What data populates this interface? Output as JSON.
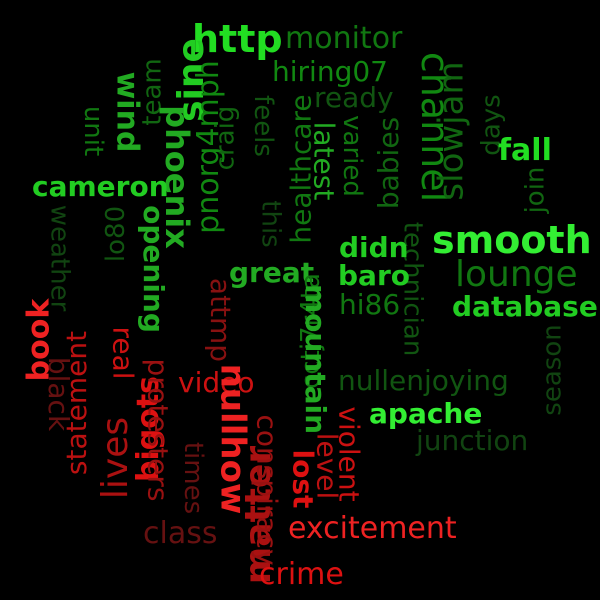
{
  "words": [
    {
      "text": "http",
      "color": "#22dd22"
    },
    {
      "text": "monitor",
      "color": "#117711"
    },
    {
      "text": "hiring07",
      "color": "#118811"
    },
    {
      "text": "ready",
      "color": "#115511"
    },
    {
      "text": "sine",
      "color": "#22cc22"
    },
    {
      "text": "team",
      "color": "#116611"
    },
    {
      "text": "wind",
      "color": "#22aa22"
    },
    {
      "text": "unit",
      "color": "#117711"
    },
    {
      "text": "phoenix",
      "color": "#22aa22"
    },
    {
      "text": "pnorg4mph",
      "color": "#118811"
    },
    {
      "text": "craig",
      "color": "#116611"
    },
    {
      "text": "feels",
      "color": "#115511"
    },
    {
      "text": "channel",
      "color": "#118811"
    },
    {
      "text": "slowjam",
      "color": "#116611"
    },
    {
      "text": "days",
      "color": "#115511"
    },
    {
      "text": "fall",
      "color": "#22dd22"
    },
    {
      "text": "cameron",
      "color": "#22cc22"
    },
    {
      "text": "join",
      "color": "#116611"
    },
    {
      "text": "lo80",
      "color": "#115511"
    },
    {
      "text": "opening",
      "color": "#22aa22"
    },
    {
      "text": "weather",
      "color": "#114411"
    },
    {
      "text": "healthcare",
      "color": "#117711"
    },
    {
      "text": "latest",
      "color": "#22aa22"
    },
    {
      "text": "varied",
      "color": "#117711"
    },
    {
      "text": "babies",
      "color": "#116611"
    },
    {
      "text": "this",
      "color": "#114411"
    },
    {
      "text": "technician",
      "color": "#115511"
    },
    {
      "text": "smooth",
      "color": "#33ee33"
    },
    {
      "text": "lounge",
      "color": "#117711"
    },
    {
      "text": "didn",
      "color": "#22cc22"
    },
    {
      "text": "baro",
      "color": "#22cc22"
    },
    {
      "text": "great",
      "color": "#22aa22"
    },
    {
      "text": "cctj7r4ta",
      "color": "#117711"
    },
    {
      "text": "hi86",
      "color": "#117711"
    },
    {
      "text": "database",
      "color": "#22cc22"
    },
    {
      "text": "mountain",
      "color": "#22aa22"
    },
    {
      "text": "season",
      "color": "#114411"
    },
    {
      "text": "nullenjoying",
      "color": "#115511"
    },
    {
      "text": "apache",
      "color": "#33ee33"
    },
    {
      "text": "junction",
      "color": "#114411"
    },
    {
      "text": "book",
      "color": "#ee2222"
    },
    {
      "text": "black",
      "color": "#661111"
    },
    {
      "text": "real",
      "color": "#cc1111"
    },
    {
      "text": "attmp",
      "color": "#881111"
    },
    {
      "text": "statement",
      "color": "#bb1111"
    },
    {
      "text": "lives",
      "color": "#aa1111"
    },
    {
      "text": "bigots",
      "color": "#dd1111"
    },
    {
      "text": "protesters",
      "color": "#991111"
    },
    {
      "text": "video",
      "color": "#cc1111"
    },
    {
      "text": "nullhow",
      "color": "#ee2222"
    },
    {
      "text": "times",
      "color": "#661111"
    },
    {
      "text": "matter",
      "color": "#aa1111"
    },
    {
      "text": "conspiracy",
      "color": "#991111"
    },
    {
      "text": "class",
      "color": "#661111"
    },
    {
      "text": "lost",
      "color": "#dd1111"
    },
    {
      "text": "level",
      "color": "#bb1111"
    },
    {
      "text": "violent",
      "color": "#cc1111"
    },
    {
      "text": "excitement",
      "color": "#ee2222"
    },
    {
      "text": "crime",
      "color": "#dd1111"
    }
  ]
}
